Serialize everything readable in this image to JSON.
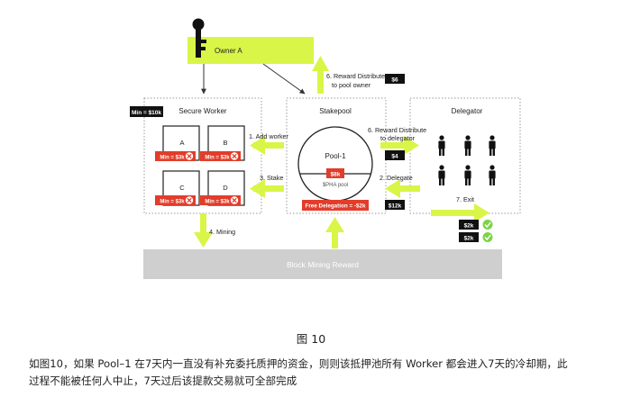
{
  "colors": {
    "accent_green": "#d9f547",
    "badge_red": "#e23d2a",
    "badge_black": "#111111",
    "check_green": "#7dd348",
    "mining_gray": "#cfcfcf"
  },
  "owner": {
    "label": "Owner A",
    "icon": "key-icon"
  },
  "secure_worker": {
    "title": "Secure Worker",
    "min_badge": "Min = $10k",
    "workers": [
      {
        "name": "A",
        "min": "Min = $3k"
      },
      {
        "name": "B",
        "min": "Min = $3k"
      },
      {
        "name": "C",
        "min": "Min = $3k"
      },
      {
        "name": "D",
        "min": "Min = $3k"
      }
    ]
  },
  "stakepool": {
    "title": "Stakepool",
    "pool_name": "Pool-1",
    "pool_amount": "$8k",
    "pool_currency": "$PHA pool",
    "free_delegation": "Free Delegation = -$2k"
  },
  "delegator": {
    "title": "Delegator",
    "person_icon": "person-icon"
  },
  "flows": {
    "reward_owner": "6. Reward Distribute\nto pool owner",
    "reward_owner_amount": "$6",
    "add_worker": "1. Add worker",
    "stake": "3. Stake",
    "reward_delegator": "6. Reward Distribute\nto delegator",
    "reward_delegator_amount": "$4",
    "delegate": "2. Delegate",
    "delegate_amount": "$12k",
    "exit": "7. Exit",
    "exit_amounts": [
      "$2k",
      "$2k"
    ],
    "mining": "4. Mining"
  },
  "block_mining": {
    "label": "Block Mining Reward"
  },
  "caption": "图 10",
  "paragraph": [
    "如图10，如果 Pool–1 在7天内一直没有补充委托质押的资金，则则该抵押池所有 Worker 都会进入7天的冷却期，此",
    "过程不能被任何人中止，7天过后该提款交易就可全部完成"
  ]
}
